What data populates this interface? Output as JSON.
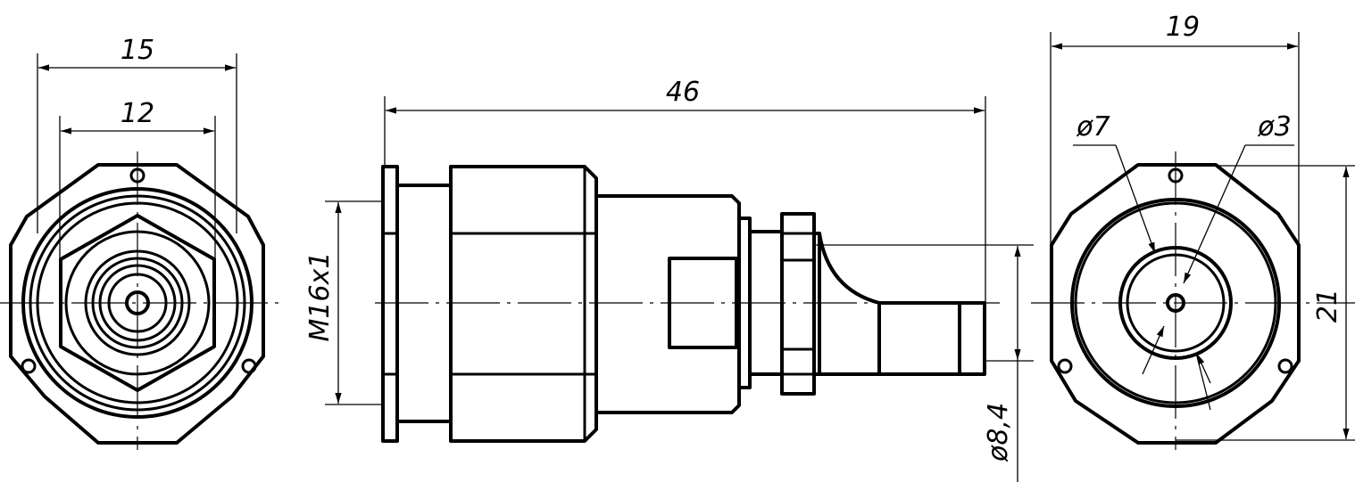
{
  "dimensions": {
    "front_width_outer": "15",
    "front_width_inner": "12",
    "side_length": "46",
    "thread": "M16x1",
    "tail_diameter": "ø8,4",
    "back_width": "19",
    "back_height": "21",
    "bore_diameter_outer": "ø7",
    "bore_diameter_inner": "ø3"
  }
}
